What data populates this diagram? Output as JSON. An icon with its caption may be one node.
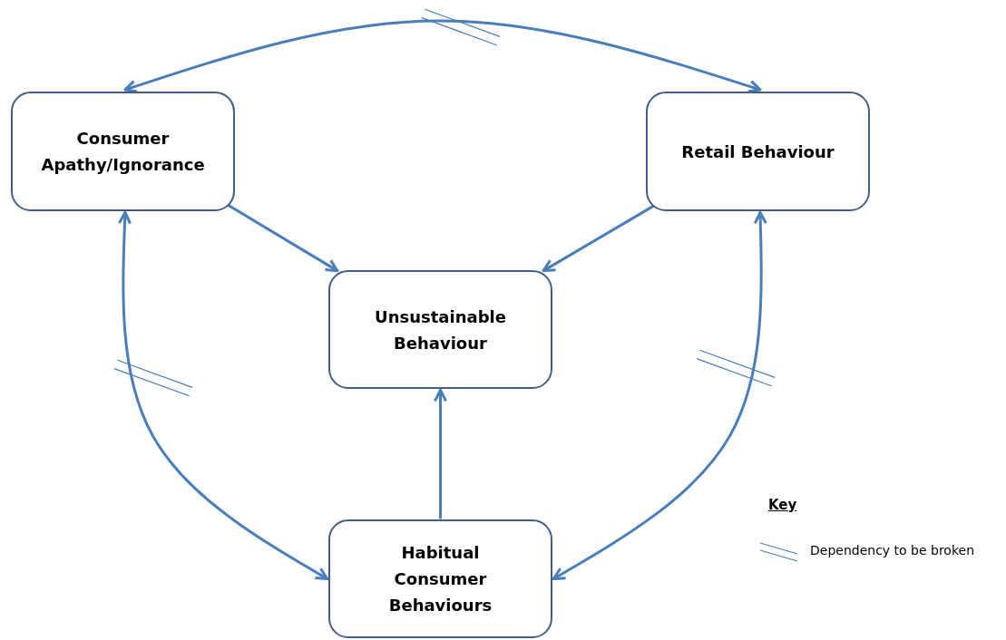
{
  "diagram": {
    "nodes": [
      {
        "text": [
          "Consumer Apathy/Ignorance"
        ]
      },
      {
        "text": [
          "Retail Behaviour"
        ]
      },
      {
        "text": [
          "Unsustainable Behaviour"
        ]
      },
      {
        "text": [
          "Habitual Consumer Behaviours"
        ]
      }
    ],
    "edges": [
      {
        "from": 0,
        "to": 1,
        "arrow": "both"
      },
      {
        "from": 0,
        "to": 2,
        "arrow": "to"
      },
      {
        "from": 1,
        "to": 2,
        "arrow": "to"
      },
      {
        "from": 3,
        "to": 2,
        "arrow": "to"
      },
      {
        "from": 0,
        "to": 3,
        "arrow": "both"
      },
      {
        "from": 1,
        "to": 3,
        "arrow": "both"
      }
    ],
    "labels": [
      "Key"
    ],
    "legend": [
      {
        "text": "Dependency to be broken"
      }
    ]
  }
}
